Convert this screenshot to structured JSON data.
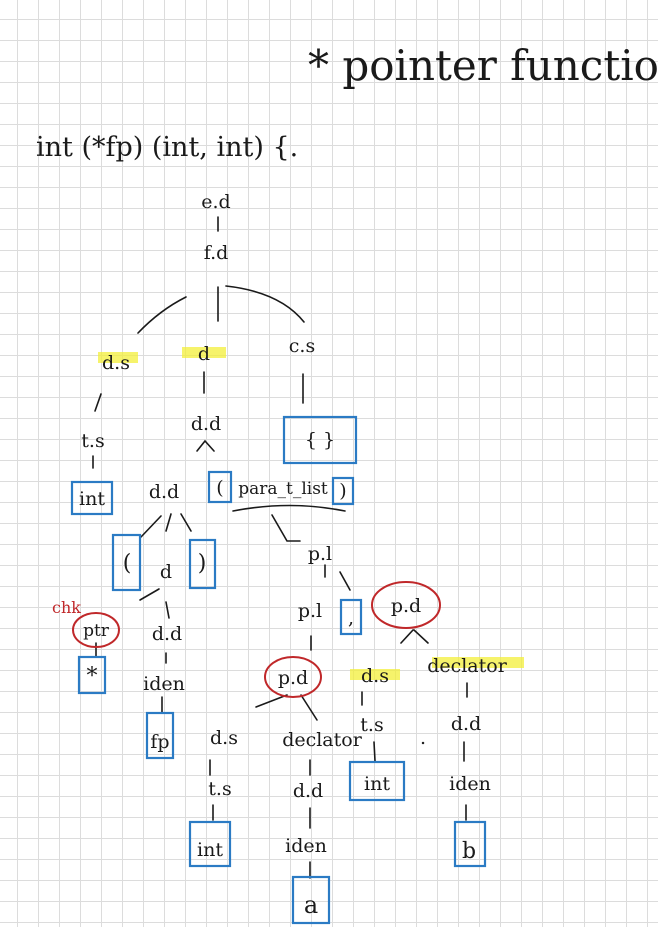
{
  "title": "* pointer function.",
  "code": "int (*fp) (int, int) {.",
  "annotation": "chk",
  "nodes": {
    "ed": "e.d",
    "fd": "f.d",
    "ds1": "d.s",
    "d1": "d",
    "cs": "c.s",
    "ts1": "t.s",
    "dd1": "d.d",
    "int1": "int",
    "cs_body": "{      }",
    "dd2": "d.d",
    "lparen2": "(",
    "paramlist": "para_t_list",
    "rparen2": ")",
    "lparen1": "(",
    "d2": "d",
    "rparen1": ")",
    "pl1": "p.l",
    "ptr": "ptr",
    "dd3": "d.d",
    "pl2": "p.l",
    "comma": ",",
    "pd1": "p.d",
    "star": "*",
    "iden1": "iden",
    "pd2": "p.d",
    "ds2": "d.s",
    "declarator1": "declator",
    "fp": "fp",
    "ds3": "d.s",
    "declarator2": "declator",
    "ts2": "t.s",
    "dot": ".",
    "dd4": "d.d",
    "ts3": "t.s",
    "dd5": "d.d",
    "int2": "int",
    "iden2": "iden",
    "int3": "int",
    "iden3": "iden",
    "b": "b",
    "a": "a"
  },
  "colors": {
    "ink": "#1a1a1a",
    "box": "#2b7bc4",
    "circle": "#c0282a",
    "highlight": "#f3ef3a",
    "grid": "#dcdcdc"
  }
}
